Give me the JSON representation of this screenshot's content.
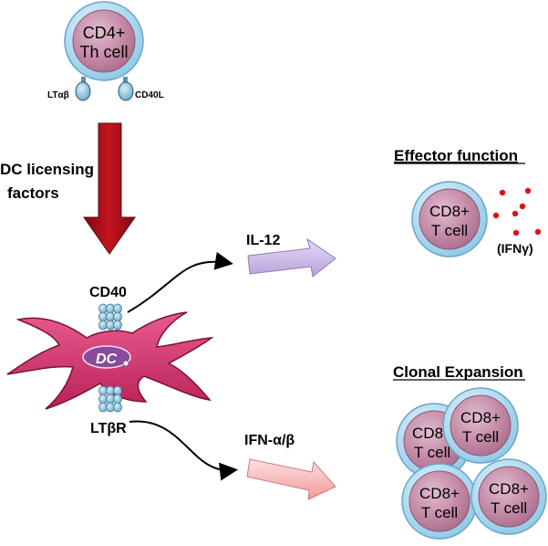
{
  "th_cell": {
    "line1": "CD4+",
    "line2": "Th cell",
    "receptor_left": "LTαβ",
    "receptor_right": "CD40L"
  },
  "licensing": {
    "line1": "DC licensing",
    "line2": "factors"
  },
  "dc": {
    "label": "DC",
    "receptor_top": "CD40",
    "receptor_bottom": "LTβR"
  },
  "signals": {
    "top": "IL-12",
    "bottom": "IFN-α/β"
  },
  "effector": {
    "heading": "Effector function",
    "cell_line1": "CD8+",
    "cell_line2": "T cell",
    "cytokine": "(IFNγ)"
  },
  "expansion": {
    "heading": "Clonal Expansion",
    "cell_line1": "CD8+",
    "cell_line2": "T cell"
  },
  "colors": {
    "cell_body": "#c48aa6",
    "cell_ring": "#9ed4ee",
    "licensing_arrow": "#b01020",
    "il12_arrow": "#cdb8e6",
    "ifn_arrow": "#f7b9b9",
    "dc_body": "#d83a72",
    "dc_nucleus": "#8a4b9c",
    "dots": "#e0101a"
  }
}
